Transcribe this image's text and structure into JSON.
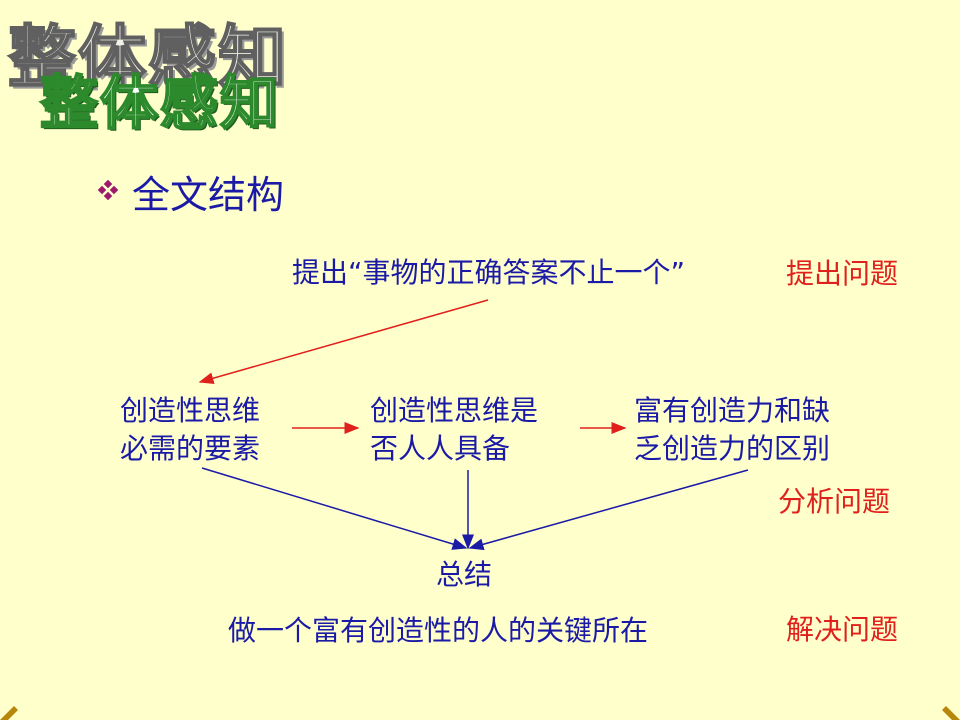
{
  "title": "整体感知",
  "heading": "全文结构",
  "nodes": {
    "top": "提出“事物的正确答案不止一个”",
    "left_line1": "创造性思维",
    "left_line2": "必需的要素",
    "middle_line1": "创造性思维是",
    "middle_line2": "否人人具备",
    "right_line1": "富有创造力和缺",
    "right_line2": "乏创造力的区别",
    "summary": "总结",
    "conclusion": "做一个富有创造性的人的关键所在"
  },
  "stages": {
    "raise": "提出问题",
    "analyze": "分析问题",
    "solve": "解决问题"
  },
  "colors": {
    "background": "#FFFFCC",
    "body_text": "#1a1aa6",
    "stage_text": "#e0201c",
    "bullet": "#9c1a6c",
    "title_outline": "#2c8a2c"
  }
}
